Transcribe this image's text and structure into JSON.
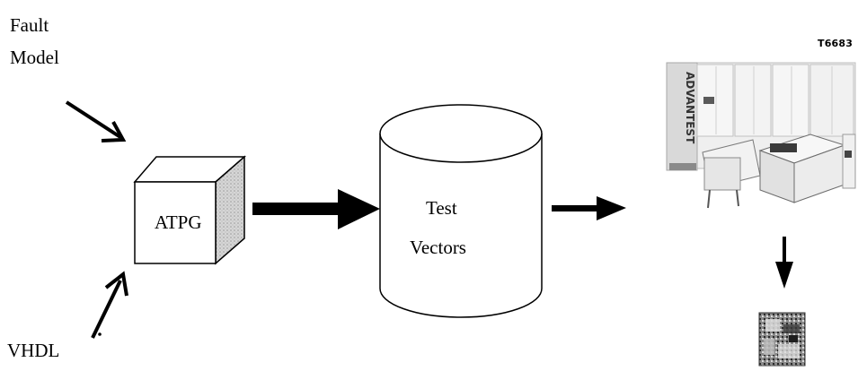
{
  "inputs": {
    "fault_model_line1": "Fault",
    "fault_model_line2": "Model",
    "vhdl": "VHDL"
  },
  "generator": {
    "label": "ATPG"
  },
  "storage": {
    "line1": "Test",
    "line2": "Vectors"
  },
  "tester": {
    "model_tag": "T6683",
    "brand_text": "ADVANTEST"
  },
  "colors": {
    "ink": "#000000",
    "cube_face": "#ffffff",
    "cube_side": "#cfcfcf"
  },
  "icons": {
    "tester": "automatic-test-equipment-photo",
    "device": "chip-die-photo"
  }
}
